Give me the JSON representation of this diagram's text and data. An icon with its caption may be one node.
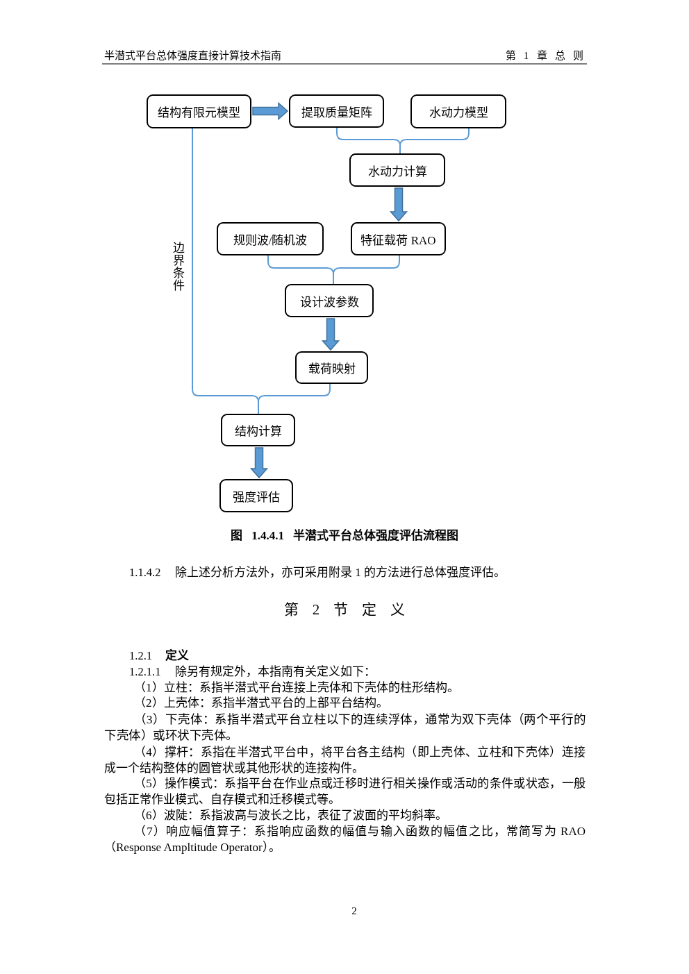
{
  "diagram": {
    "caption": "图 1.4.4.1 半潜式平台总体强度评估流程图",
    "nodes": [
      {
        "text": [
          "结构有限元模型"
        ]
      },
      {
        "text": [
          "提取质量矩阵"
        ]
      },
      {
        "text": [
          "水动力模型"
        ]
      },
      {
        "text": [
          "水动力计算"
        ]
      },
      {
        "text": [
          "规则波/随机波"
        ]
      },
      {
        "text": [
          "特征载荷 RAO"
        ]
      },
      {
        "text": [
          "设计波参数"
        ]
      },
      {
        "text": [
          "载荷映射"
        ]
      },
      {
        "text": [
          "结构计算"
        ]
      },
      {
        "text": [
          "强度评估"
        ]
      }
    ],
    "edges": [
      {
        "from": 0,
        "to": 1,
        "arrow": "to",
        "style": "thick"
      },
      {
        "from": 1,
        "to": 3,
        "arrow": "none"
      },
      {
        "from": 2,
        "to": 3,
        "arrow": "none"
      },
      {
        "from": 3,
        "to": 5,
        "arrow": "to",
        "style": "thick"
      },
      {
        "from": 4,
        "to": 6,
        "arrow": "none"
      },
      {
        "from": 5,
        "to": 6,
        "arrow": "none"
      },
      {
        "from": 6,
        "to": 7,
        "arrow": "to",
        "style": "thick"
      },
      {
        "from": 0,
        "to": 8,
        "arrow": "none",
        "label": "边界条件"
      },
      {
        "from": 7,
        "to": 8,
        "arrow": "none"
      },
      {
        "from": 8,
        "to": 9,
        "arrow": "to",
        "style": "thick"
      }
    ],
    "labels": [
      "半潜式平台总体强度直接计算技术指南",
      "第 1 章 总 则",
      "1.1.4.2",
      "除上述分析方法外，亦可采用附录 1 的方法进行总体强度评估。",
      "第 2 节 定 义",
      "1.2.1",
      "定义",
      "1.2.1.1",
      "除另有规定外，本指南有关定义如下：",
      "（1）立柱：系指半潜式平台连接上壳体和下壳体的柱形结构。",
      "（2）上壳体：系指半潜式平台的上部平台结构。",
      "（3）下壳体：系指半潜式平台立柱以下的连续浮体，通常为双下壳体（两个平行的下壳体）或环状下壳体。",
      "（4）撑杆：系指在半潜式平台中，将平台各主结构（即上壳体、立柱和下壳体）连接成一个结构整体的圆管状或其他形状的连接构件。",
      "（5）操作模式：系指平台在作业点或迁移时进行相关操作或活动的条件或状态，一般包括正常作业模式、自存模式和迁移模式等。",
      "（6）波陡：系指波高与波长之比，表征了波面的平均斜率。",
      "（7）响应幅值算子：系指响应函数的幅值与输入函数的幅值之比，常简写为 RAO（Response Ampltitude Operator）。",
      "2"
    ]
  }
}
